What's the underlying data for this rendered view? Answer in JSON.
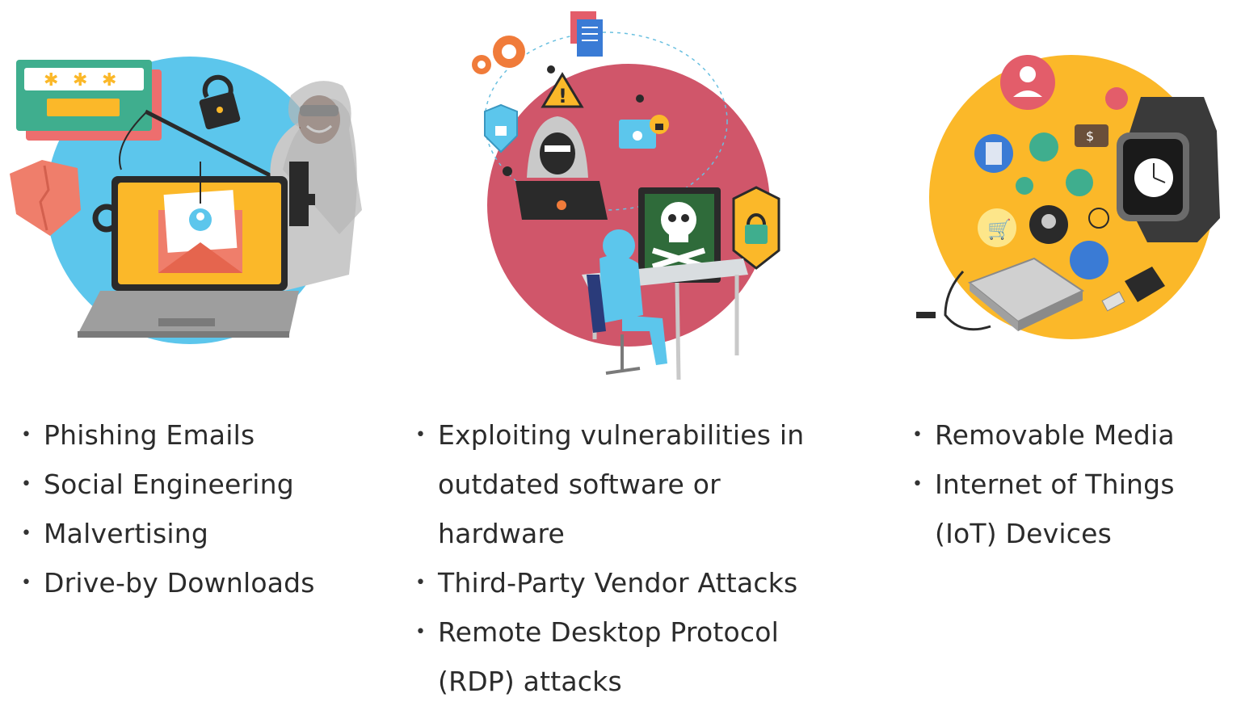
{
  "columns": [
    {
      "id": "social",
      "items": [
        "Phishing Emails",
        "Social Engineering",
        "Malvertising",
        "Drive-by Downloads"
      ]
    },
    {
      "id": "network",
      "items": [
        {
          "lines": [
            "Exploiting vulnerabilities in",
            "outdated software or",
            "hardware"
          ]
        },
        {
          "lines": [
            "Third-Party Vendor Attacks"
          ]
        },
        {
          "lines": [
            "Remote Desktop Protocol",
            "(RDP) attacks"
          ]
        }
      ]
    },
    {
      "id": "physical",
      "items": [
        {
          "lines": [
            "Removable Media"
          ]
        },
        {
          "lines": [
            "Internet of Things",
            "(IoT) Devices"
          ]
        }
      ]
    }
  ],
  "colors": {
    "social_circle": "#5cc6ec",
    "network_circle": "#d0566a",
    "physical_circle": "#fbb829",
    "text": "#2b2b2b"
  },
  "icons": [
    "password-card-icon",
    "padlock-icon",
    "hacker-icon",
    "laptop-icon",
    "envelope-icon",
    "key-icon",
    "shield-icon",
    "warning-icon",
    "gear-icon",
    "spider-icon",
    "skull-icon",
    "monitor-icon",
    "desk-icon",
    "smartwatch-icon",
    "hard-drive-icon",
    "usb-stick-icon",
    "user-icon",
    "calculator-icon",
    "cart-icon",
    "globe-icon"
  ]
}
